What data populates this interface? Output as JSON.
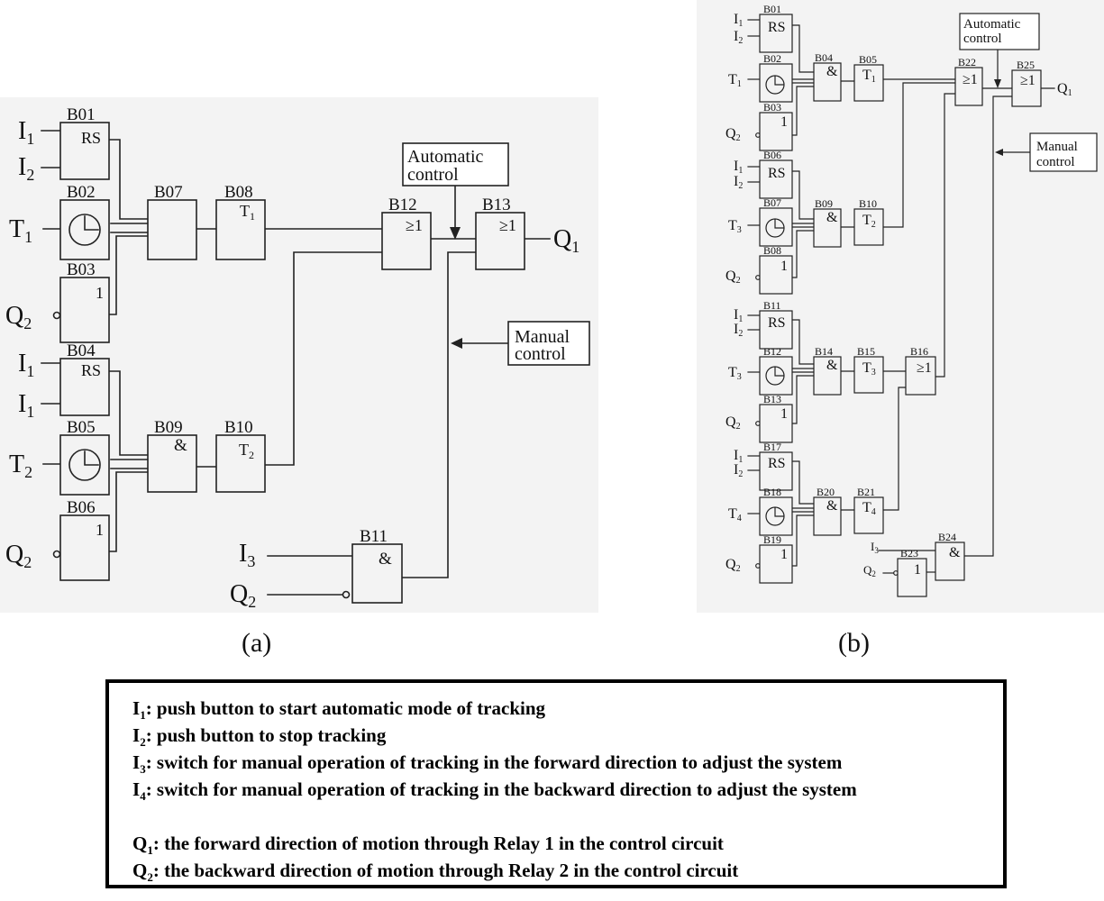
{
  "panel_a": {
    "caption": "(a)",
    "blocks": {
      "B01": {
        "label": "B01",
        "symbol": "RS"
      },
      "B02": {
        "label": "B02"
      },
      "B03": {
        "label": "B03",
        "symbol": "1"
      },
      "B04": {
        "label": "B04",
        "symbol": "RS"
      },
      "B05": {
        "label": "B05"
      },
      "B06": {
        "label": "B06",
        "symbol": "1"
      },
      "B07": {
        "label": "B07"
      },
      "B08": {
        "label": "B08",
        "symbol": "T",
        "sub": "1"
      },
      "B09": {
        "label": "B09",
        "symbol": "&"
      },
      "B10": {
        "label": "B10",
        "symbol": "T",
        "sub": "2"
      },
      "B11": {
        "label": "B11",
        "symbol": "&"
      },
      "B12": {
        "label": "B12",
        "symbol": "≥1"
      },
      "B13": {
        "label": "B13",
        "symbol": "≥1"
      }
    },
    "signals": {
      "i1a": {
        "name": "I",
        "sub": "1"
      },
      "i2": {
        "name": "I",
        "sub": "2"
      },
      "t1": {
        "name": "T",
        "sub": "1"
      },
      "q2a": {
        "name": "Q",
        "sub": "2"
      },
      "i1b": {
        "name": "I",
        "sub": "1"
      },
      "i1c": {
        "name": "I",
        "sub": "1"
      },
      "t2": {
        "name": "T",
        "sub": "2"
      },
      "q2b": {
        "name": "Q",
        "sub": "2"
      },
      "i3": {
        "name": "I",
        "sub": "3"
      },
      "q2c": {
        "name": "Q",
        "sub": "2"
      },
      "q1": {
        "name": "Q",
        "sub": "1"
      }
    },
    "auto_label": [
      "Automatic",
      "control"
    ],
    "manual_label": [
      "Manual",
      "control"
    ]
  },
  "panel_b": {
    "caption": "(b)",
    "blocks": {
      "B01": {
        "label": "B01",
        "symbol": "RS"
      },
      "B02": {
        "label": "B02"
      },
      "B03": {
        "label": "B03",
        "symbol": "1"
      },
      "B04": {
        "label": "B04",
        "symbol": "&"
      },
      "B05": {
        "label": "B05",
        "symbol": "T",
        "sub": "1"
      },
      "B06": {
        "label": "B06",
        "symbol": "RS"
      },
      "B07": {
        "label": "B07"
      },
      "B08": {
        "label": "B08",
        "symbol": "1"
      },
      "B09": {
        "label": "B09",
        "symbol": "&"
      },
      "B10": {
        "label": "B10",
        "symbol": "T",
        "sub": "2"
      },
      "B11": {
        "label": "B11",
        "symbol": "RS"
      },
      "B12": {
        "label": "B12"
      },
      "B13": {
        "label": "B13",
        "symbol": "1"
      },
      "B14": {
        "label": "B14",
        "symbol": "&"
      },
      "B15": {
        "label": "B15",
        "symbol": "T",
        "sub": "3"
      },
      "B16": {
        "label": "B16",
        "symbol": "≥1"
      },
      "B17": {
        "label": "B17",
        "symbol": "RS"
      },
      "B18": {
        "label": "B18"
      },
      "B19": {
        "label": "B19",
        "symbol": "1"
      },
      "B20": {
        "label": "B20",
        "symbol": "&"
      },
      "B21": {
        "label": "B21",
        "symbol": "T",
        "sub": "4"
      },
      "B22": {
        "label": "B22",
        "symbol": "≥1"
      },
      "B23": {
        "label": "B23",
        "symbol": "1"
      },
      "B24": {
        "label": "B24",
        "symbol": "&"
      },
      "B25": {
        "label": "B25",
        "symbol": "≥1"
      }
    },
    "signals": {
      "g1i1": {
        "name": "I",
        "sub": "1"
      },
      "g1i2": {
        "name": "I",
        "sub": "2"
      },
      "g1t": {
        "name": "T",
        "sub": "1"
      },
      "g1q": {
        "name": "Q",
        "sub": "2"
      },
      "g2i1": {
        "name": "I",
        "sub": "1"
      },
      "g2i2": {
        "name": "I",
        "sub": "2"
      },
      "g2t": {
        "name": "T",
        "sub": "3"
      },
      "g2q": {
        "name": "Q",
        "sub": "2"
      },
      "g3i1": {
        "name": "I",
        "sub": "1"
      },
      "g3i2": {
        "name": "I",
        "sub": "2"
      },
      "g3t": {
        "name": "T",
        "sub": "3"
      },
      "g3q": {
        "name": "Q",
        "sub": "2"
      },
      "g4i1": {
        "name": "I",
        "sub": "1"
      },
      "g4i2": {
        "name": "I",
        "sub": "2"
      },
      "g4t": {
        "name": "T",
        "sub": "4"
      },
      "g4q": {
        "name": "Q",
        "sub": "2"
      },
      "i3": {
        "name": "I",
        "sub": "3"
      },
      "q2": {
        "name": "Q",
        "sub": "2"
      },
      "q1": {
        "name": "Q",
        "sub": "1"
      }
    },
    "auto_label": [
      "Automatic",
      "control"
    ],
    "manual_label": [
      "Manual",
      "control"
    ]
  },
  "legend": [
    {
      "sym": "I",
      "sub": "1",
      "text": ": push button to start automatic mode of tracking"
    },
    {
      "sym": "I",
      "sub": "2",
      "text": ": push button to stop tracking"
    },
    {
      "sym": "I",
      "sub": "3",
      "text": ": switch for manual operation of tracking in the forward direction to adjust the system"
    },
    {
      "sym": "I",
      "sub": "4",
      "text": ": switch for manual operation of tracking in the backward direction to adjust the system"
    },
    {
      "sym": "Q",
      "sub": "1",
      "text": ": the forward direction of motion through Relay 1 in the control circuit"
    },
    {
      "sym": "Q",
      "sub": "2",
      "text": ": the backward direction of motion through Relay 2 in the control circuit"
    }
  ]
}
